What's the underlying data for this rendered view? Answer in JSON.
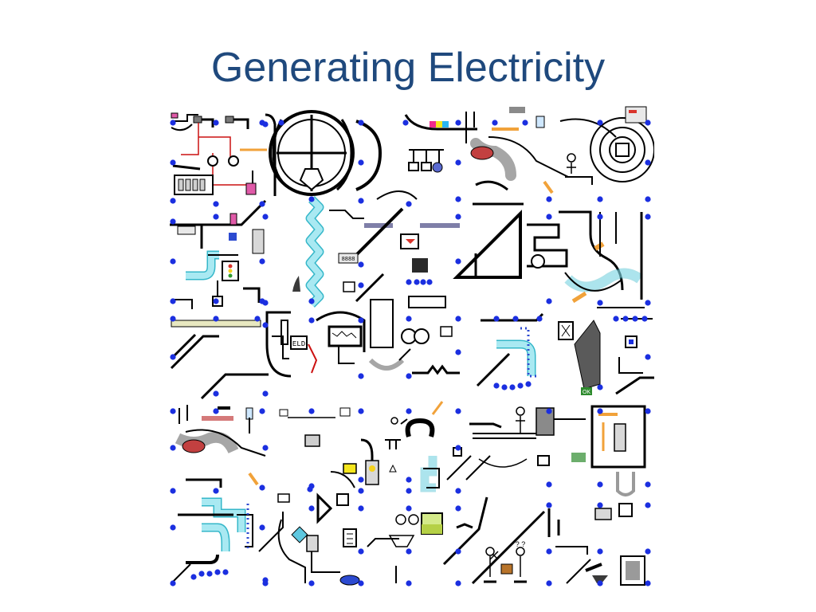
{
  "slide": {
    "title": "Generating Electricity",
    "title_color": "#1f497d"
  },
  "illustration": {
    "tile_grid": [
      4,
      4
    ],
    "colors": {
      "line": "#000000",
      "node": "#1b2fe0",
      "pipe": "#a9e9f2",
      "pipe_edge": "#35b7c9",
      "metal": "#9a9a9a",
      "wire": "#cc1111",
      "warm": "#f1a23a",
      "glass": "#cfe8ff",
      "panel": "#e8e8e8",
      "ok_green": "#2e8b2e"
    },
    "labels": {
      "screen_text": "ELD",
      "dial_text": "8888",
      "ok_text": "OK",
      "question_text": "? ?"
    }
  }
}
